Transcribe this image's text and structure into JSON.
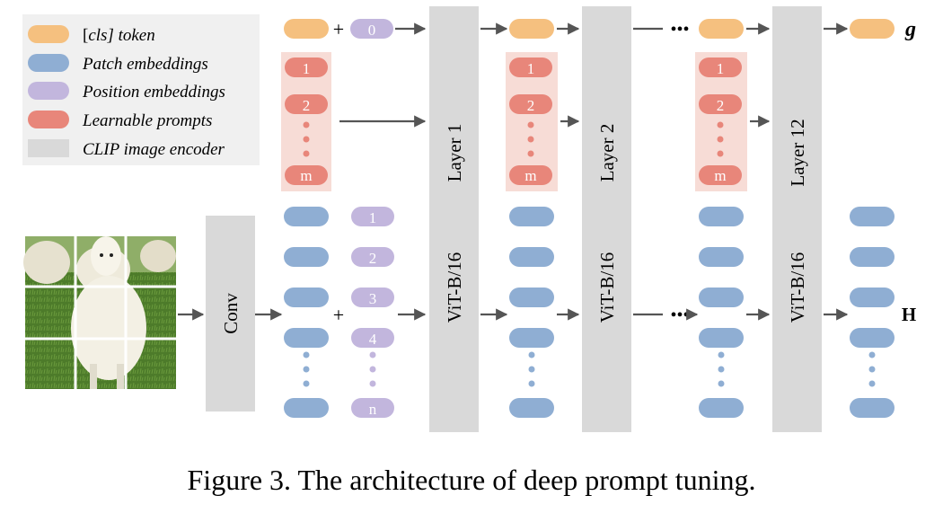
{
  "legend": {
    "items": [
      {
        "prefix": "[",
        "emph": "cls",
        "suffix": "] token",
        "color": "#f5c07f"
      },
      {
        "prefix": "",
        "emph": "",
        "suffix": "Patch embeddings",
        "color": "#8faed3"
      },
      {
        "prefix": "",
        "emph": "",
        "suffix": "Position embeddings",
        "color": "#c2b6dd"
      },
      {
        "prefix": "",
        "emph": "",
        "suffix": "Learnable prompts",
        "color": "#e8867a"
      },
      {
        "prefix": "",
        "emph": "",
        "suffix": "CLIP image encoder",
        "color": "#d9d9d9"
      }
    ]
  },
  "input": {
    "cls_position_label": "0",
    "plus_symbol": "+",
    "prompt_labels": [
      "1",
      "2",
      "m"
    ],
    "position_labels": [
      "1",
      "2",
      "3",
      "4",
      "n"
    ],
    "conv_label": "Conv"
  },
  "layers": [
    {
      "layer_label": "Layer 1",
      "model_label": "ViT-B/16"
    },
    {
      "layer_label": "Layer 2",
      "model_label": "ViT-B/16"
    },
    {
      "layer_label": "Layer 12",
      "model_label": "ViT-B/16"
    }
  ],
  "outputs": {
    "global_label": "g",
    "hidden_label": "H"
  },
  "ellipsis": "•••",
  "caption": "Figure 3. The architecture of deep prompt tuning.",
  "colors": {
    "cls": "#f5c07f",
    "patch": "#8faed3",
    "position": "#c2b6dd",
    "prompt": "#e8867a",
    "prompt_bg": "#f7dcd6",
    "encoder": "#d9d9d9",
    "arrow": "#555555",
    "legend_bg": "#f0f0f0"
  }
}
